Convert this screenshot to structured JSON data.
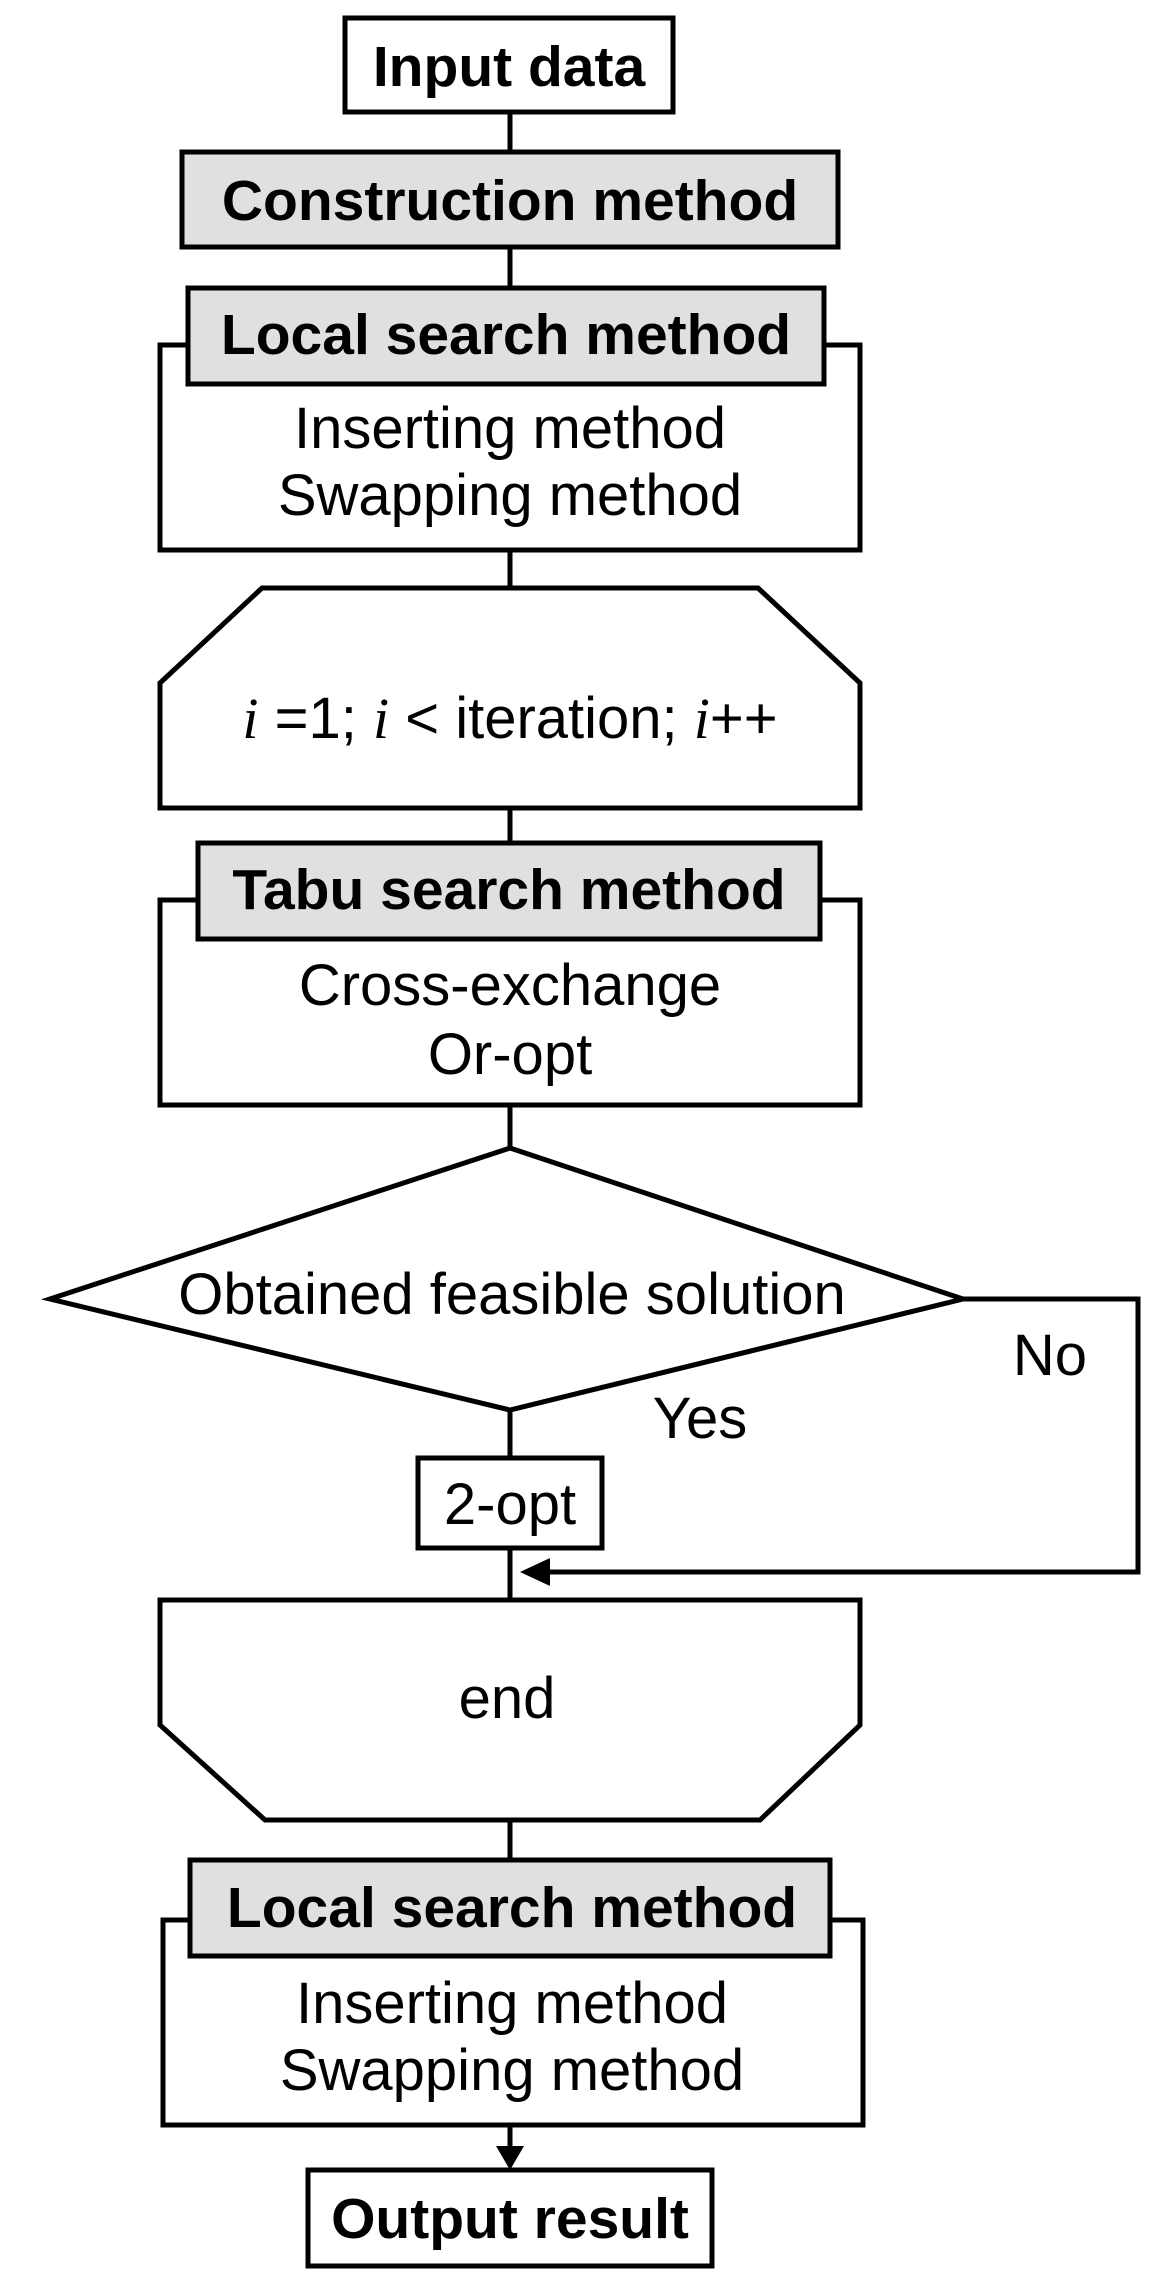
{
  "nodes": {
    "input": "Input data",
    "construction": "Construction method",
    "local1": {
      "title": "Local search method",
      "line1": "Inserting method",
      "line2": "Swapping method"
    },
    "loop_start": {
      "var": "i",
      "part1": " =1; ",
      "part2": " < iteration; ",
      "part3": "++"
    },
    "tabu": {
      "title": "Tabu search method",
      "line1": "Cross-exchange",
      "line2": "Or-opt"
    },
    "decision": "Obtained feasible solution",
    "label_no": "No",
    "label_yes": "Yes",
    "two_opt": "2-opt",
    "loop_end": "end",
    "local2": {
      "title": "Local search method",
      "line1": "Inserting method",
      "line2": "Swapping method"
    },
    "output": "Output result"
  }
}
